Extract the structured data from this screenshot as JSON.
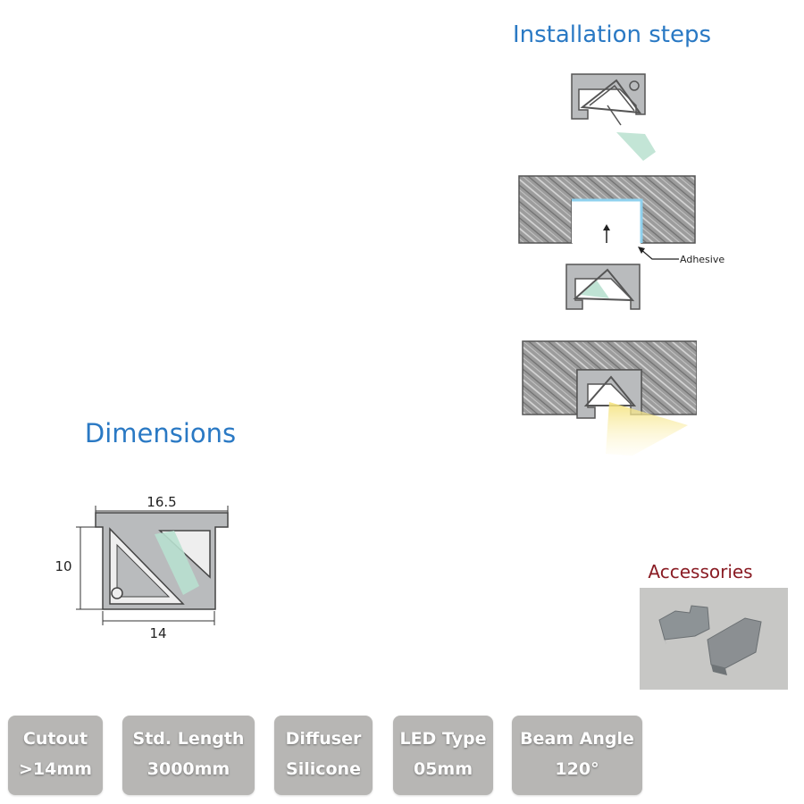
{
  "installation": {
    "title": "Installation steps",
    "adhesive_label": "Adhesive"
  },
  "dimensions": {
    "title": "Dimensions",
    "width_top": "16.5",
    "height": "10",
    "width_bottom": "14"
  },
  "accessories": {
    "title": "Accessories"
  },
  "specs": [
    {
      "label": "Cutout",
      "value": ">14mm"
    },
    {
      "label": "Std. Length",
      "value": "3000mm"
    },
    {
      "label": "Diffuser",
      "value": "Silicone"
    },
    {
      "label": "LED Type",
      "value": "05mm"
    },
    {
      "label": "Beam Angle",
      "value": "120°"
    }
  ],
  "colors": {
    "heading_blue": "#2a79c4",
    "accessories_red": "#8a1c24",
    "badge_gray": "#b7b6b4",
    "profile_gray": "#b9bbbd"
  }
}
